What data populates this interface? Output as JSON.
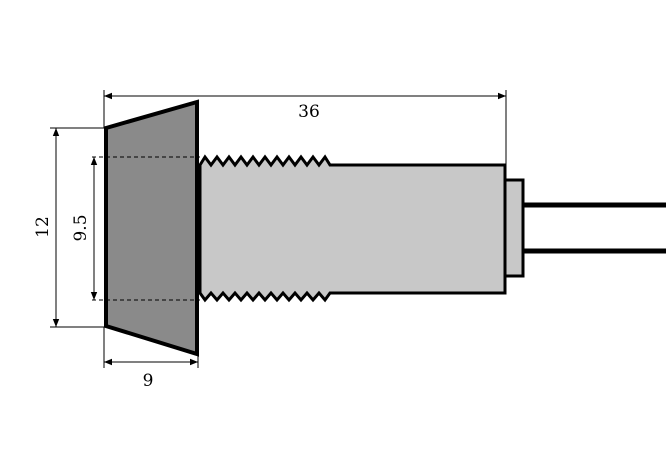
{
  "diagram": {
    "dimensions": {
      "overall_length": "36",
      "bezel_outer_height": "12",
      "thread_height": "9.5",
      "bezel_depth": "9"
    },
    "colors": {
      "bezel_fill": "#8a8a8a",
      "body_fill": "#c8c8c8",
      "stroke": "#000000",
      "background": "#ffffff"
    }
  }
}
